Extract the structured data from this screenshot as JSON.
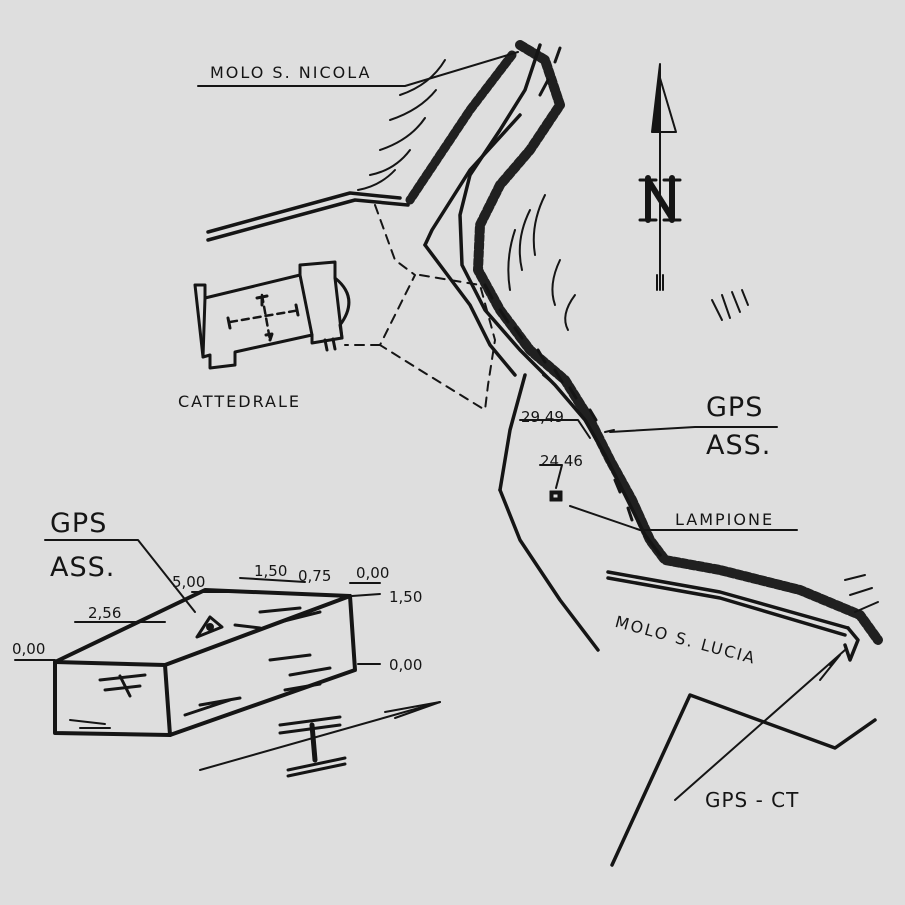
{
  "labels": {
    "molo_nicola": "MOLO S. NICOLA",
    "cattedrale": "CATTEDRALE",
    "gps_ass_top": "GPS",
    "gps_ass_bottom": "ASS.",
    "dist_1": "29,49",
    "dist_2": "24,46",
    "lampione": "LAMPIONE",
    "molo_lucia": "MOLO S. LUCIA",
    "gps_ct": "GPS - CT",
    "north": "N"
  },
  "detail": {
    "gps_top": "GPS",
    "gps_bottom": "ASS.",
    "elev_left": "0,00",
    "elev_2_56": "2,56",
    "elev_5_00": "5,00",
    "elev_1_50_top": "1,50",
    "elev_0_75": "0,75",
    "elev_0_00_top": "0,00",
    "elev_1_50_right": "1,50",
    "elev_0_00_right": "0,00"
  },
  "colors": {
    "ink": "#151515",
    "paper": "#dedede"
  }
}
